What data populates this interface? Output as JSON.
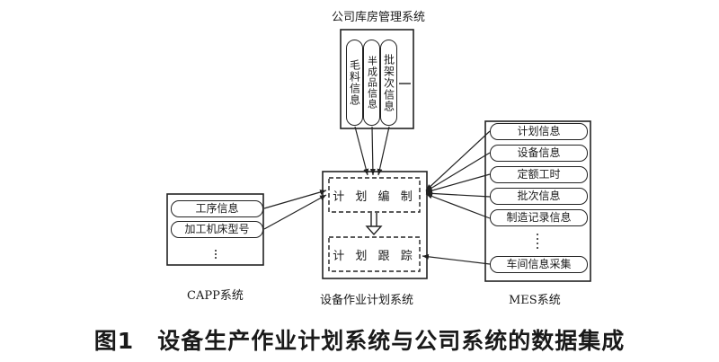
{
  "company_system": {
    "title": "公司库房管理系统",
    "items": [
      "毛料信息",
      "半成品信息",
      "批架次信息"
    ]
  },
  "center_system": {
    "title": "设备作业计划系统",
    "plan_compile": "计 划 编 制",
    "plan_track": "计 划 跟 踪"
  },
  "capp_system": {
    "title": "CAPP系统",
    "items": [
      "工序信息",
      "加工机床型号"
    ]
  },
  "mes_system": {
    "title": "MES系统",
    "items": [
      "计划信息",
      "设备信息",
      "定额工时",
      "批次信息",
      "制造记录信息",
      "车间信息采集"
    ]
  },
  "caption": "图1　设备生产作业计划系统与公司系统的数据集成"
}
